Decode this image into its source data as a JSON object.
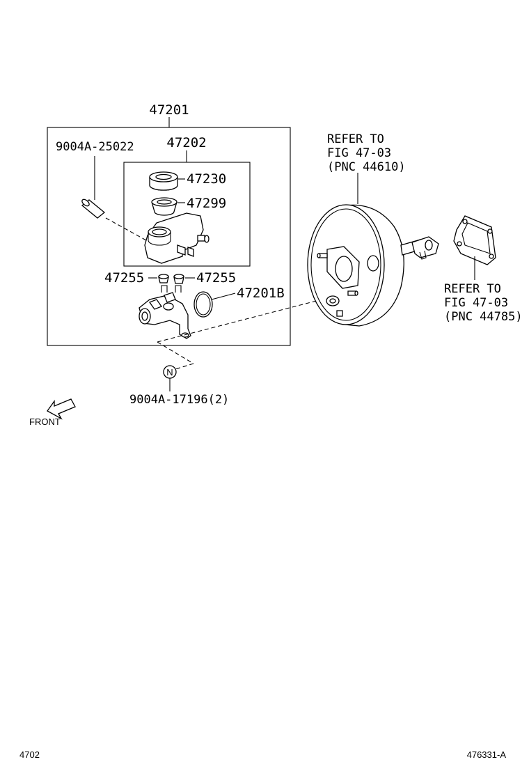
{
  "labels": {
    "assembly": "47201",
    "reservoir_assy": "47202",
    "pin": "9004A-25022",
    "cap": "47230",
    "strainer": "47299",
    "grommet_left": "47255",
    "grommet_right": "47255",
    "oring": "47201B",
    "nut": "9004A-17196(2)",
    "nut_symbol": "N"
  },
  "refer_booster": {
    "line1": "REFER TO",
    "line2": "FIG 47-03",
    "line3": "(PNC 44610)"
  },
  "refer_gasket": {
    "line1": "REFER TO",
    "line2": "FIG 47-03",
    "line3": "(PNC 44785)"
  },
  "front_label": "FRONT",
  "footer": {
    "left": "4702",
    "right": "476331-A"
  }
}
